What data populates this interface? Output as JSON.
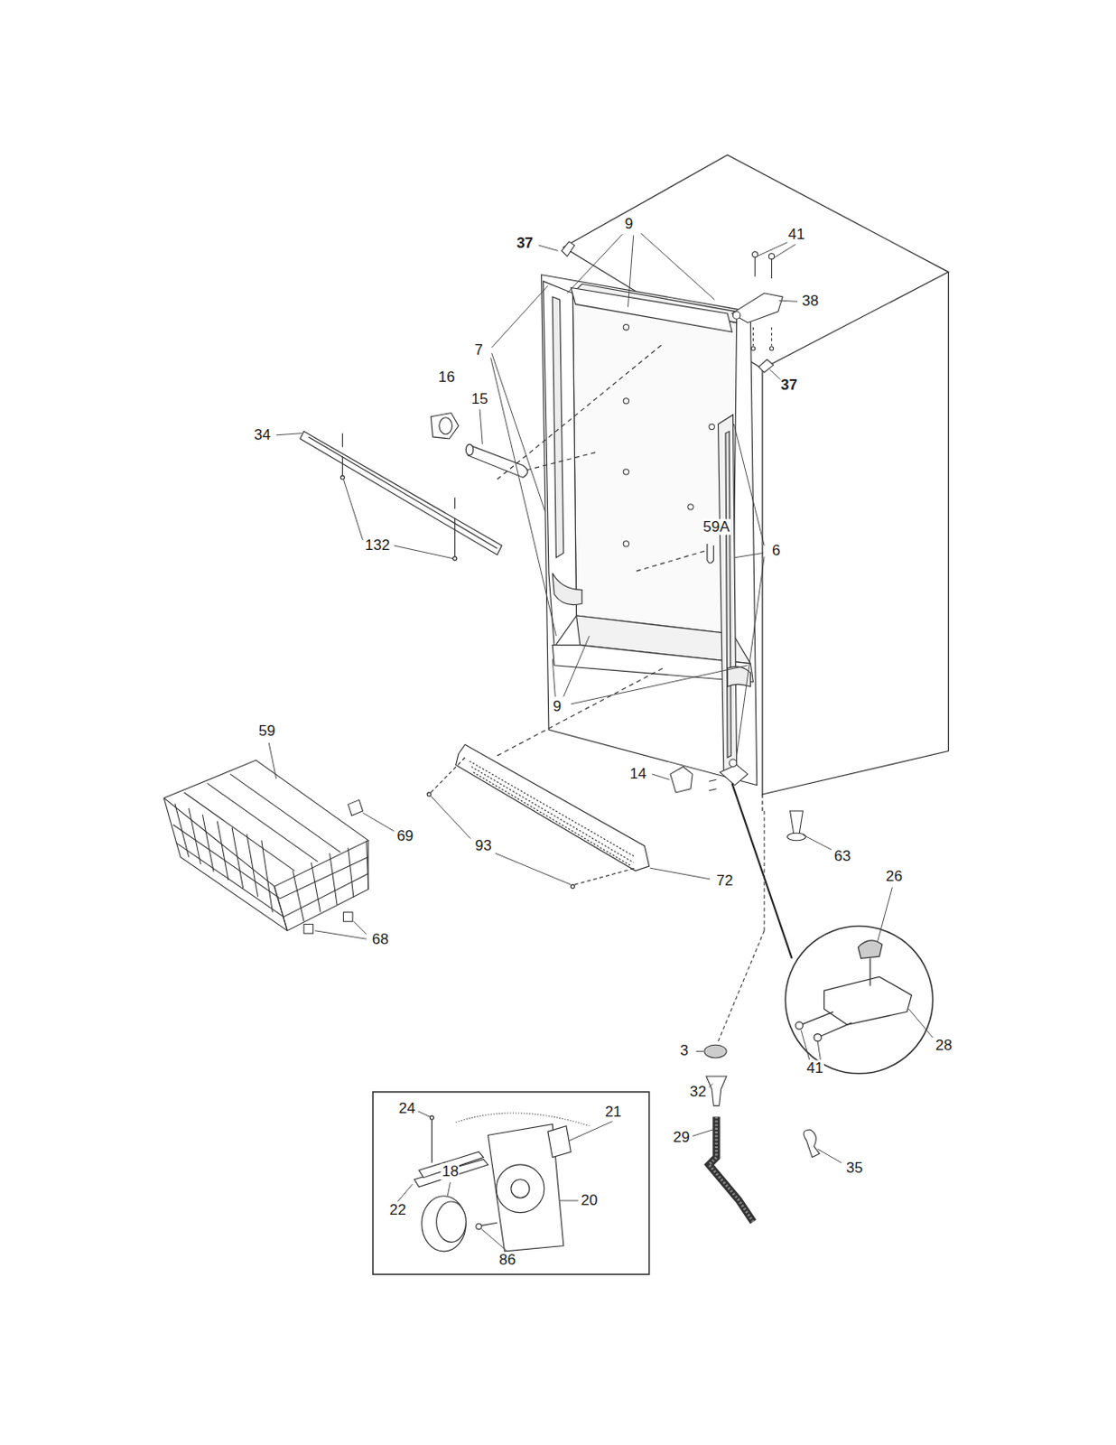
{
  "diagram": {
    "labels": [
      "37",
      "9",
      "41",
      "38",
      "37",
      "7",
      "16",
      "15",
      "34",
      "132",
      "59A",
      "6",
      "9",
      "59",
      "69",
      "14",
      "63",
      "93",
      "72",
      "68",
      "26",
      "28",
      "41",
      "3",
      "32",
      "24",
      "21",
      "29",
      "35",
      "22",
      "18",
      "20",
      "86"
    ]
  }
}
